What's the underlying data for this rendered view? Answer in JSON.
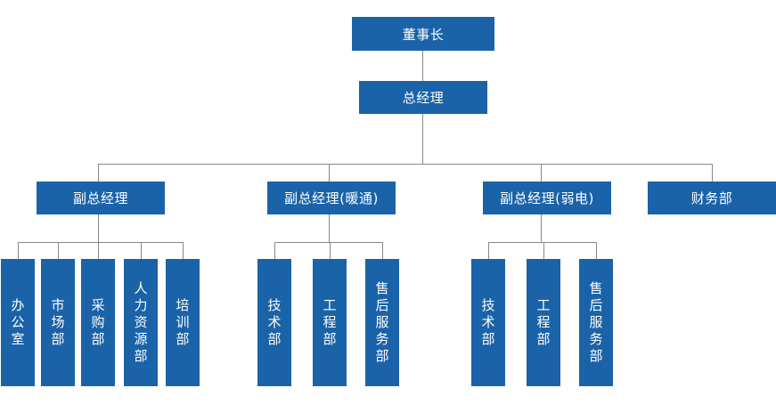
{
  "chairman": "董事长",
  "general_manager": "总经理",
  "deputy_gm": {
    "label": "副总经理",
    "departments": [
      "办公室",
      "市场部",
      "采购部",
      "人力资源部",
      "培训部"
    ]
  },
  "deputy_gm_hvac": {
    "label": "副总经理(暖通)",
    "departments": [
      "技术部",
      "工程部",
      "售后服务部"
    ]
  },
  "deputy_gm_low_voltage": {
    "label": "副总经理(弱电)",
    "departments": [
      "技术部",
      "工程部",
      "售后服务部"
    ]
  },
  "finance": "财务部",
  "colors": {
    "box": "#1a63a8",
    "line": "#888888",
    "text": "#ffffff"
  }
}
